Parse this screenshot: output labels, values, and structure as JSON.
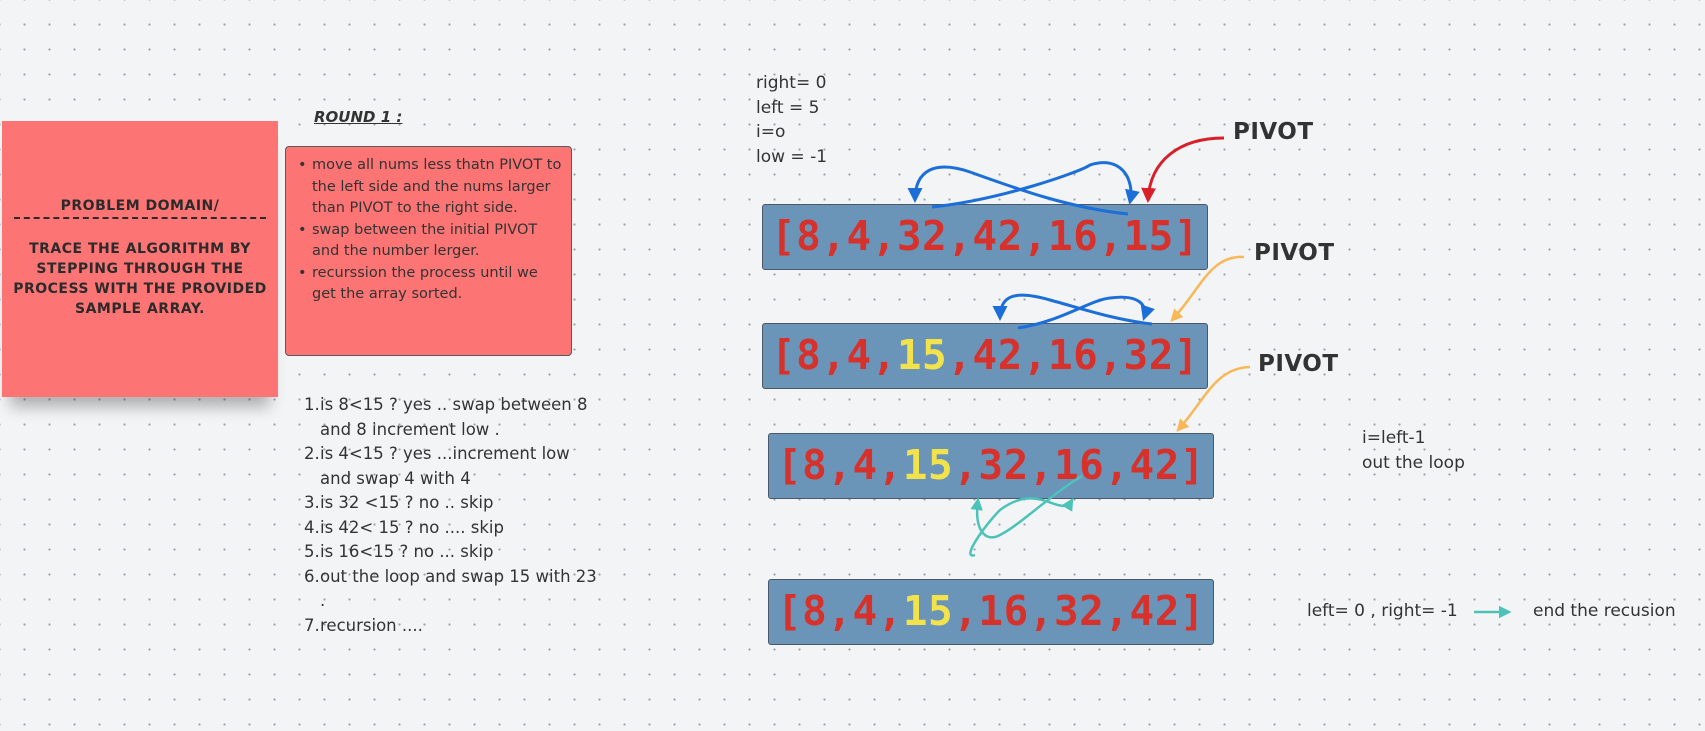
{
  "problem_note": {
    "title": "PROBLEM DOMAIN/",
    "body": "TRACE THE ALGORITHM BY STEPPING THROUGH THE PROCESS WITH THE PROVIDED SAMPLE ARRAY."
  },
  "round": {
    "title": "ROUND 1 :",
    "bullets": [
      "move all nums less thatn PIVOT to the left side and the nums larger than PIVOT to the right side.",
      "swap between the initial PIVOT and the number lerger.",
      "recurssion the process until we get the array sorted."
    ]
  },
  "steps": [
    {
      "num": "1.",
      "text": "is 8<15 ? yes .. swap between 8 and 8  increment low ."
    },
    {
      "num": "2.",
      "text": "is 4<15 ? yes ...increment low and swap 4 with 4"
    },
    {
      "num": "3.",
      "text": "is 32 <15 ? no .. skip"
    },
    {
      "num": "4.",
      "text": "is 42< 15 ? no .... skip"
    },
    {
      "num": "5.",
      "text": "is 16<15 ? no ... skip"
    },
    {
      "num": "6.",
      "text": "out the loop and swap 15 with 23 ."
    },
    {
      "num": "7.",
      "text": "recursion ...."
    }
  ],
  "vars": {
    "right": "right= 0",
    "left": "left = 5",
    "i": "i=o",
    "low": "low = -1"
  },
  "arrays": {
    "a1": {
      "pre": "[8,4,32,42,16,15]",
      "hi": "",
      "post": ""
    },
    "a2": {
      "pre": "[8,4,",
      "hi": "15",
      "post": ",42,16,32]"
    },
    "a3": {
      "pre": "[8,4,",
      "hi": "15",
      "post": ",32,16,42]"
    },
    "a4": {
      "pre": "[8,4,",
      "hi": "15",
      "post": ",16,32,42]"
    }
  },
  "pivot_labels": [
    "PIVOT",
    "PIVOT",
    "PIVOT"
  ],
  "notes": {
    "loop_line1": "i=left-1",
    "loop_line2": "out the loop",
    "end_left": "left= 0 , right= -1",
    "end_right": "end the recusion"
  },
  "colors": {
    "sticky": "#fc7474",
    "array_box": "#6a95b9",
    "array_text": "#d6312b",
    "highlight": "#f2e34d",
    "arrow_blue": "#1c6fd8",
    "arrow_red": "#d8202a",
    "arrow_orange": "#f8b858",
    "arrow_teal": "#4cc2b8"
  }
}
